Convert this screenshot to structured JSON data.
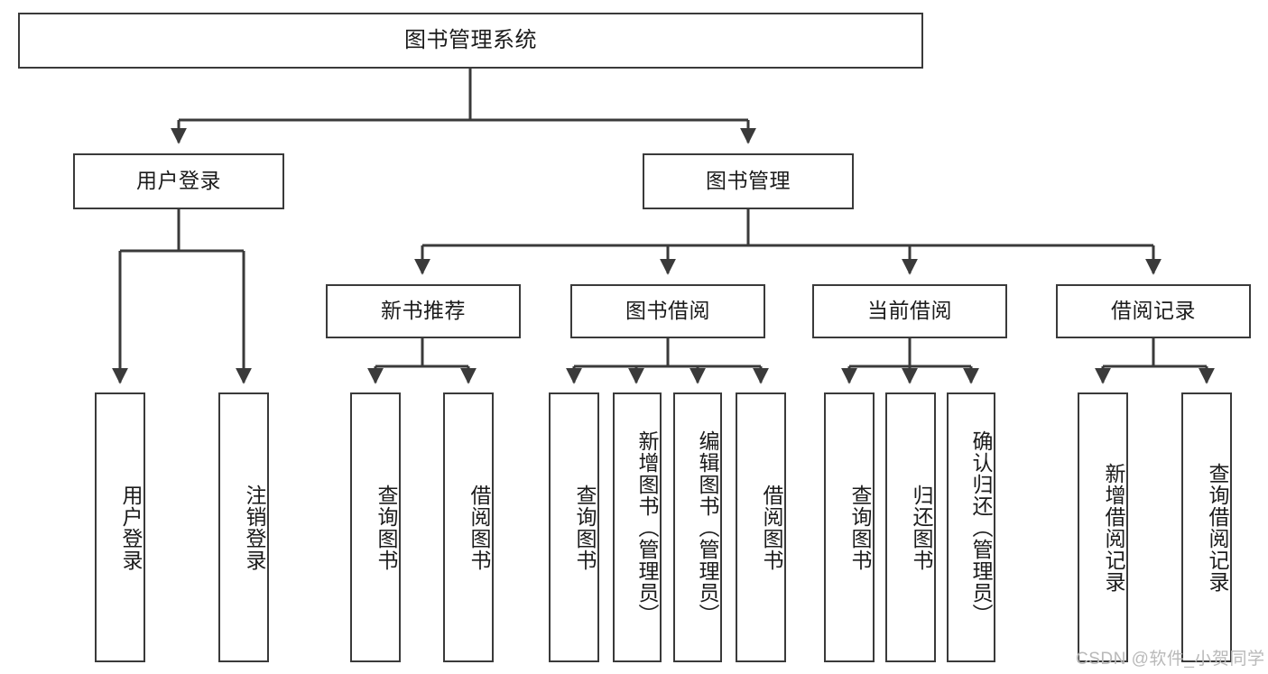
{
  "diagram": {
    "type": "tree",
    "title": "图书管理系统",
    "watermark": "CSDN @软件_小贺同学",
    "colors": {
      "box_border": "#3a3a3a",
      "box_fill": "#ffffff",
      "connector": "#3a3a3a",
      "text": "#1b1b1b",
      "watermark": "#b9b9b9",
      "background": "#ffffff"
    },
    "nodes": {
      "root": {
        "label": "图书管理系统",
        "orientation": "horizontal",
        "level": 1
      },
      "l2": [
        {
          "id": "user-login",
          "label": "用户登录",
          "orientation": "horizontal",
          "level": 2
        },
        {
          "id": "book-manage",
          "label": "图书管理",
          "orientation": "horizontal",
          "level": 2
        }
      ],
      "l3": [
        {
          "id": "new-book-recommend",
          "label": "新书推荐",
          "orientation": "horizontal",
          "level": 3,
          "parent": "book-manage"
        },
        {
          "id": "book-borrow",
          "label": "图书借阅",
          "orientation": "horizontal",
          "level": 3,
          "parent": "book-manage"
        },
        {
          "id": "current-borrow",
          "label": "当前借阅",
          "orientation": "horizontal",
          "level": 3,
          "parent": "book-manage"
        },
        {
          "id": "borrow-record",
          "label": "借阅记录",
          "orientation": "horizontal",
          "level": 3,
          "parent": "book-manage"
        }
      ],
      "leaves": [
        {
          "id": "leaf-user-login",
          "label": "用户登录",
          "orientation": "vertical",
          "parent": "user-login"
        },
        {
          "id": "leaf-user-logout",
          "label": "注销登录",
          "orientation": "vertical",
          "parent": "user-login"
        },
        {
          "id": "leaf-query-book-1",
          "label": "查询图书",
          "orientation": "vertical",
          "parent": "new-book-recommend"
        },
        {
          "id": "leaf-borrow-book-1",
          "label": "借阅图书",
          "orientation": "vertical",
          "parent": "new-book-recommend"
        },
        {
          "id": "leaf-query-book-2",
          "label": "查询图书",
          "orientation": "vertical",
          "parent": "book-borrow"
        },
        {
          "id": "leaf-add-book",
          "label": "新增图书（管理员）",
          "orientation": "vertical",
          "parent": "book-borrow"
        },
        {
          "id": "leaf-edit-book",
          "label": "编辑图书（管理员）",
          "orientation": "vertical",
          "parent": "book-borrow"
        },
        {
          "id": "leaf-borrow-book-2",
          "label": "借阅图书",
          "orientation": "vertical",
          "parent": "book-borrow"
        },
        {
          "id": "leaf-query-book-3",
          "label": "查询图书",
          "orientation": "vertical",
          "parent": "current-borrow"
        },
        {
          "id": "leaf-return-book",
          "label": "归还图书",
          "orientation": "vertical",
          "parent": "current-borrow"
        },
        {
          "id": "leaf-confirm-return",
          "label": "确认归还（管理员）",
          "orientation": "vertical",
          "parent": "current-borrow"
        },
        {
          "id": "leaf-add-record",
          "label": "新增借阅记录",
          "orientation": "vertical",
          "parent": "borrow-record"
        },
        {
          "id": "leaf-query-record",
          "label": "查询借阅记录",
          "orientation": "vertical",
          "parent": "borrow-record"
        }
      ]
    }
  }
}
